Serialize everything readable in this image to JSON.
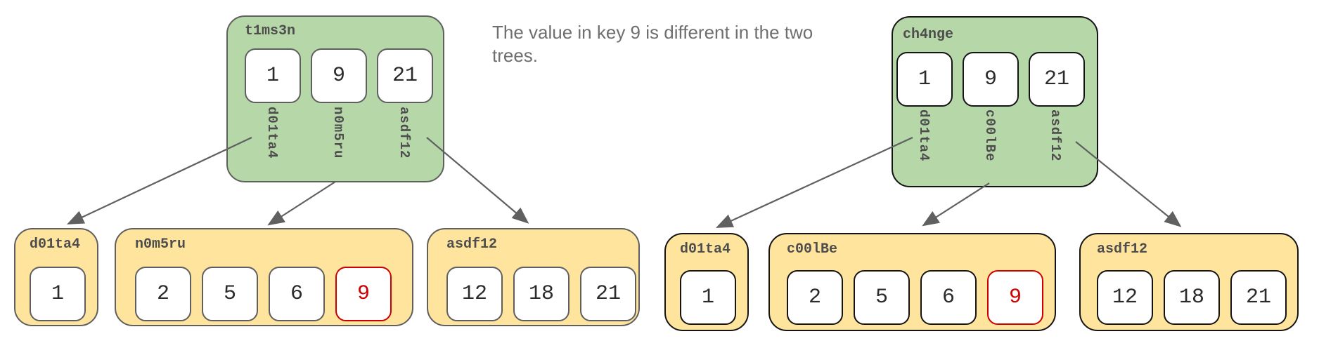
{
  "annotation": {
    "full_text": "The value in key 9 is different in the two trees.",
    "lines": [
      "The value in key 9 is different in the two",
      "trees."
    ]
  },
  "different_key": "9",
  "colors": {
    "root_fill": "#b6d7a8",
    "leaf_fill": "#ffe49e",
    "left_tree_border": "#5f5f5f",
    "right_tree_border": "#141414",
    "highlight_red": "#cc0000",
    "arrow": "#606060",
    "label_text": "#4d4d4d",
    "key_text": "#2b2b2b",
    "annotation_text": "#6f6f6f"
  },
  "trees": [
    {
      "side": "left",
      "root": {
        "label": "t1ms3n",
        "keys": [
          "1",
          "9",
          "21"
        ],
        "pointers": [
          "d01ta4",
          "n0m5ru",
          "asdf12"
        ]
      },
      "leaves": [
        {
          "label": "d01ta4",
          "keys": [
            "1"
          ]
        },
        {
          "label": "n0m5ru",
          "keys": [
            "2",
            "5",
            "6",
            "9"
          ],
          "highlighted_key": "9"
        },
        {
          "label": "asdf12",
          "keys": [
            "12",
            "18",
            "21"
          ]
        }
      ]
    },
    {
      "side": "right",
      "root": {
        "label": "ch4nge",
        "keys": [
          "1",
          "9",
          "21"
        ],
        "pointers": [
          "d01ta4",
          "c00lBe",
          "asdf12"
        ]
      },
      "leaves": [
        {
          "label": "d01ta4",
          "keys": [
            "1"
          ]
        },
        {
          "label": "c00lBe",
          "keys": [
            "2",
            "5",
            "6",
            "9"
          ],
          "highlighted_key": "9"
        },
        {
          "label": "asdf12",
          "keys": [
            "12",
            "18",
            "21"
          ]
        }
      ]
    }
  ]
}
